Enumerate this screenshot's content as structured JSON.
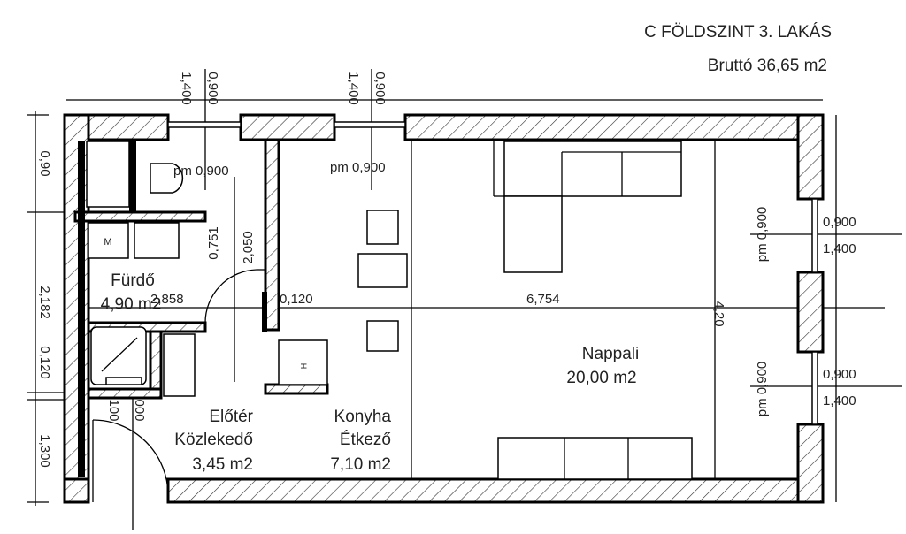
{
  "title": "C FÖLDSZINT 3. LAKÁS",
  "gross_area": "Bruttó 36,65 m2",
  "rooms": [
    {
      "name": "Fürdő",
      "area": "4,90 m2"
    },
    {
      "name_line1": "Előtér",
      "name_line2": "Közlekedő",
      "area": "3,45 m2"
    },
    {
      "name_line1": "Konyha",
      "name_line2": "Étkező",
      "area": "7,10 m2"
    },
    {
      "name": "Nappali",
      "area": "20,00 m2"
    }
  ],
  "dimensions": {
    "left": [
      "0,90",
      "2,182",
      "0,120",
      "1,300"
    ],
    "top_window_1": [
      "1,400",
      "0,900"
    ],
    "top_window_2": [
      "1,400",
      "0,900"
    ],
    "sill_1": "pm 0,900",
    "sill_2": "pm 0,900",
    "right_window_1": [
      "0,900",
      "1,400"
    ],
    "right_window_2": [
      "0,900",
      "1,400"
    ],
    "right_sill_1": "pm 0,900",
    "right_sill_2": "pm 0,900",
    "door_bath": [
      "0,751",
      "2,050"
    ],
    "door_entry": [
      "100",
      "000"
    ],
    "horizontal": [
      "2,858",
      "0,120",
      "6,754"
    ],
    "depth": "4,20"
  },
  "fixture_labels": {
    "washer": "M",
    "fridge": "H"
  }
}
